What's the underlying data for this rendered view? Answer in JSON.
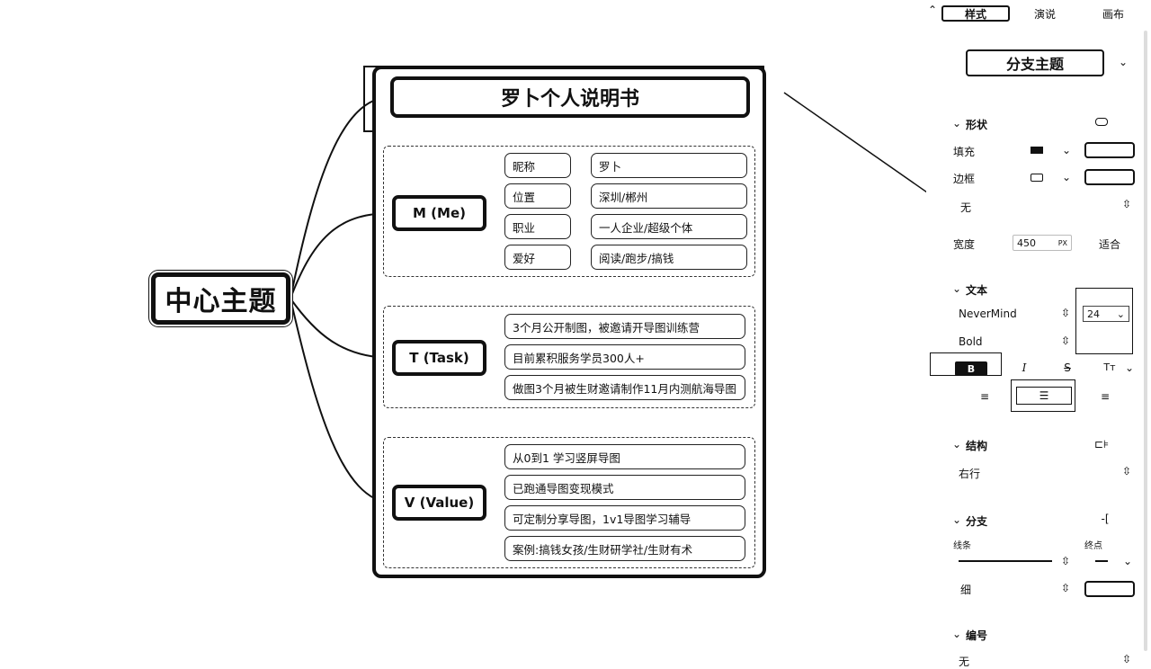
{
  "tabs": [
    "样式",
    "演说",
    "画布"
  ],
  "mindmap": {
    "central": "中心主题",
    "title": "罗卜个人说明书",
    "branches": [
      {
        "label": "M (Me)",
        "items": [
          {
            "key": "昵称",
            "value": "罗卜"
          },
          {
            "key": "位置",
            "value": "深圳/郴州"
          },
          {
            "key": "职业",
            "value": "一人企业/超级个体"
          },
          {
            "key": "爱好",
            "value": "阅读/跑步/搞钱"
          }
        ]
      },
      {
        "label": "T (Task)",
        "items": [
          "3个月公开制图，被邀请开导图训练营",
          "目前累积服务学员300人+",
          "做图3个月被生财邀请制作11月内测航海导图"
        ]
      },
      {
        "label": "V (Value)",
        "items": [
          "从0到1 学习竖屏导图",
          "已跑通导图变现模式",
          "可定制分享导图，1v1导图学习辅导",
          "案例:搞钱女孩/生财研学社/生财有术"
        ]
      }
    ]
  },
  "panel": {
    "topic_type": "分支主题",
    "shape": {
      "section": "形状",
      "fill_label": "填充",
      "border_label": "边框",
      "border_value": "无",
      "width_label": "宽度",
      "width_value": "450",
      "width_unit": "PX",
      "fit_label": "适合"
    },
    "text": {
      "section": "文本",
      "font": "NeverMind",
      "size": "24",
      "weight": "Bold"
    },
    "structure": {
      "section": "结构",
      "value": "右行"
    },
    "branch": {
      "section": "分支",
      "line_label": "线条",
      "end_label": "终点",
      "thickness": "细"
    },
    "numbering": {
      "section": "编号",
      "value": "无"
    }
  }
}
